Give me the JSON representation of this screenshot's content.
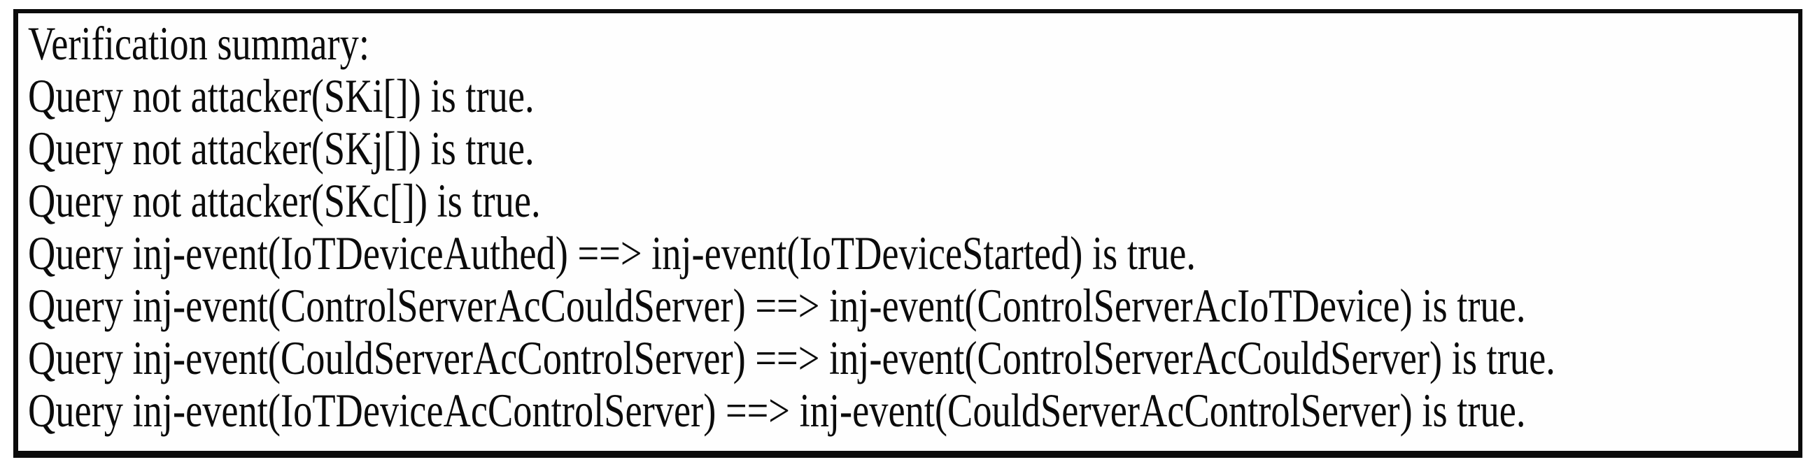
{
  "colors": {
    "border": "#0b0b0b",
    "text": "#0b0b0b",
    "background": "#fefefe"
  },
  "verification_output": {
    "heading": "Verification summary:",
    "queries": [
      "Query not attacker(SKi[]) is true.",
      "Query not attacker(SKj[]) is true.",
      "Query not attacker(SKc[]) is true.",
      "Query inj-event(IoTDeviceAuthed) ==> inj-event(IoTDeviceStarted) is true.",
      "Query inj-event(ControlServerAcCouldServer) ==> inj-event(ControlServerAcIoTDevice) is true.",
      "Query inj-event(CouldServerAcControlServer) ==> inj-event(ControlServerAcCouldServer) is true.",
      "Query inj-event(IoTDeviceAcControlServer) ==> inj-event(CouldServerAcControlServer) is true."
    ]
  }
}
